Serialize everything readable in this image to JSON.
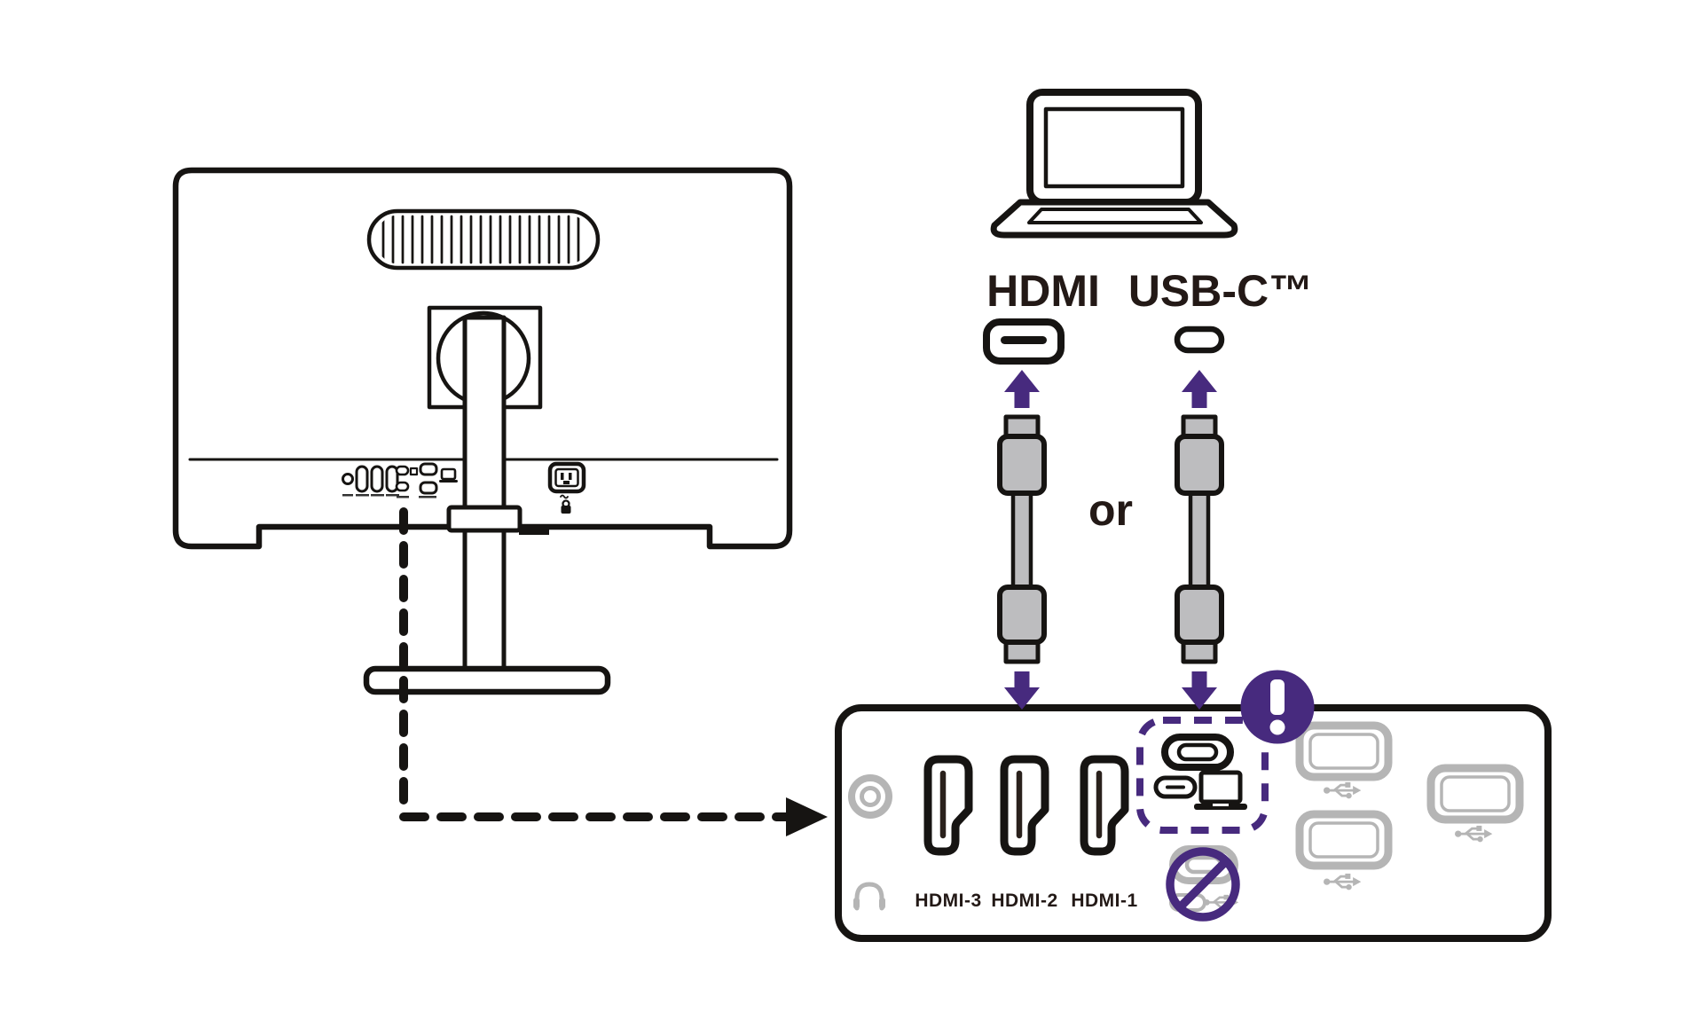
{
  "diagram": {
    "source_labels": {
      "hdmi": "HDMI",
      "usb_c": "USB-C™"
    },
    "alternative_label": "or",
    "panel": {
      "port_labels": [
        "HDMI-3",
        "HDMI-2",
        "HDMI-1"
      ]
    },
    "icons": {
      "laptop": "laptop-outline",
      "monitor_back": "monitor-rear-outline",
      "hdmi_connector": "hdmi-plug-outline",
      "usb_c_connector": "usb-c-pill-outline",
      "arrow_up": "purple-up-arrow",
      "arrow_down": "purple-down-arrow",
      "cable": "cable-with-connectors",
      "exclamation": "purple-exclamation-badge",
      "prohibition": "purple-no-sign",
      "headphone": "headphone-glyph",
      "audio_jack": "audio-jack-donut",
      "usb_a_port": "usb-a-socket",
      "usb_trident": "usb-symbol",
      "power_socket": "ac-inlet",
      "lock": "kensington-lock"
    },
    "colors": {
      "accent_purple": "#472a7e",
      "ink": "#161412",
      "text_ink": "#231916",
      "port_gray": "#b5b5b5",
      "cable_gray": "#bdbdbf",
      "background": "#ffffff"
    }
  }
}
